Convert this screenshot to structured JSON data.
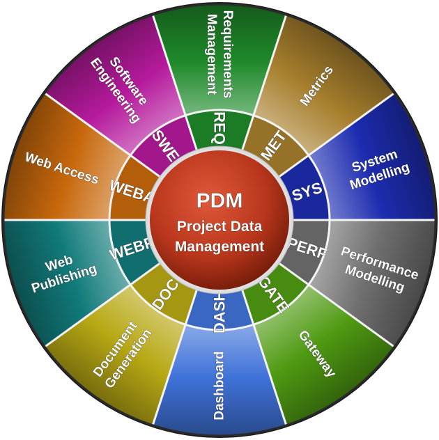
{
  "center": {
    "title": "PDM",
    "subtitle_line1": "Project Data",
    "subtitle_line2": "Management",
    "color": "#b8361c"
  },
  "segments": [
    {
      "abbr": "REQ",
      "label": [
        "Requirements",
        "Management"
      ],
      "color": "#1f8a2a"
    },
    {
      "abbr": "MET",
      "label": [
        "Metrics"
      ],
      "color": "#a77f2d"
    },
    {
      "abbr": "SYS",
      "label": [
        "System",
        "Modelling"
      ],
      "color": "#1d2cb0"
    },
    {
      "abbr": "PERF",
      "label": [
        "Performance",
        "Modelling"
      ],
      "color": "#6f6f6f"
    },
    {
      "abbr": "GATE",
      "label": [
        "Gateway"
      ],
      "color": "#4f9a12"
    },
    {
      "abbr": "DASH",
      "label": [
        "Dashboard"
      ],
      "color": "#3f72d8"
    },
    {
      "abbr": "DOC",
      "label": [
        "Document",
        "Generation"
      ],
      "color": "#b7a814"
    },
    {
      "abbr": "WEBP",
      "label": [
        "Web",
        "Publishing"
      ],
      "color": "#127a7a"
    },
    {
      "abbr": "WEBA",
      "label": [
        "Web Access"
      ],
      "color": "#c7680c"
    },
    {
      "abbr": "SWE",
      "label": [
        "Software",
        "Engineering"
      ],
      "color": "#b51a9c"
    }
  ]
}
